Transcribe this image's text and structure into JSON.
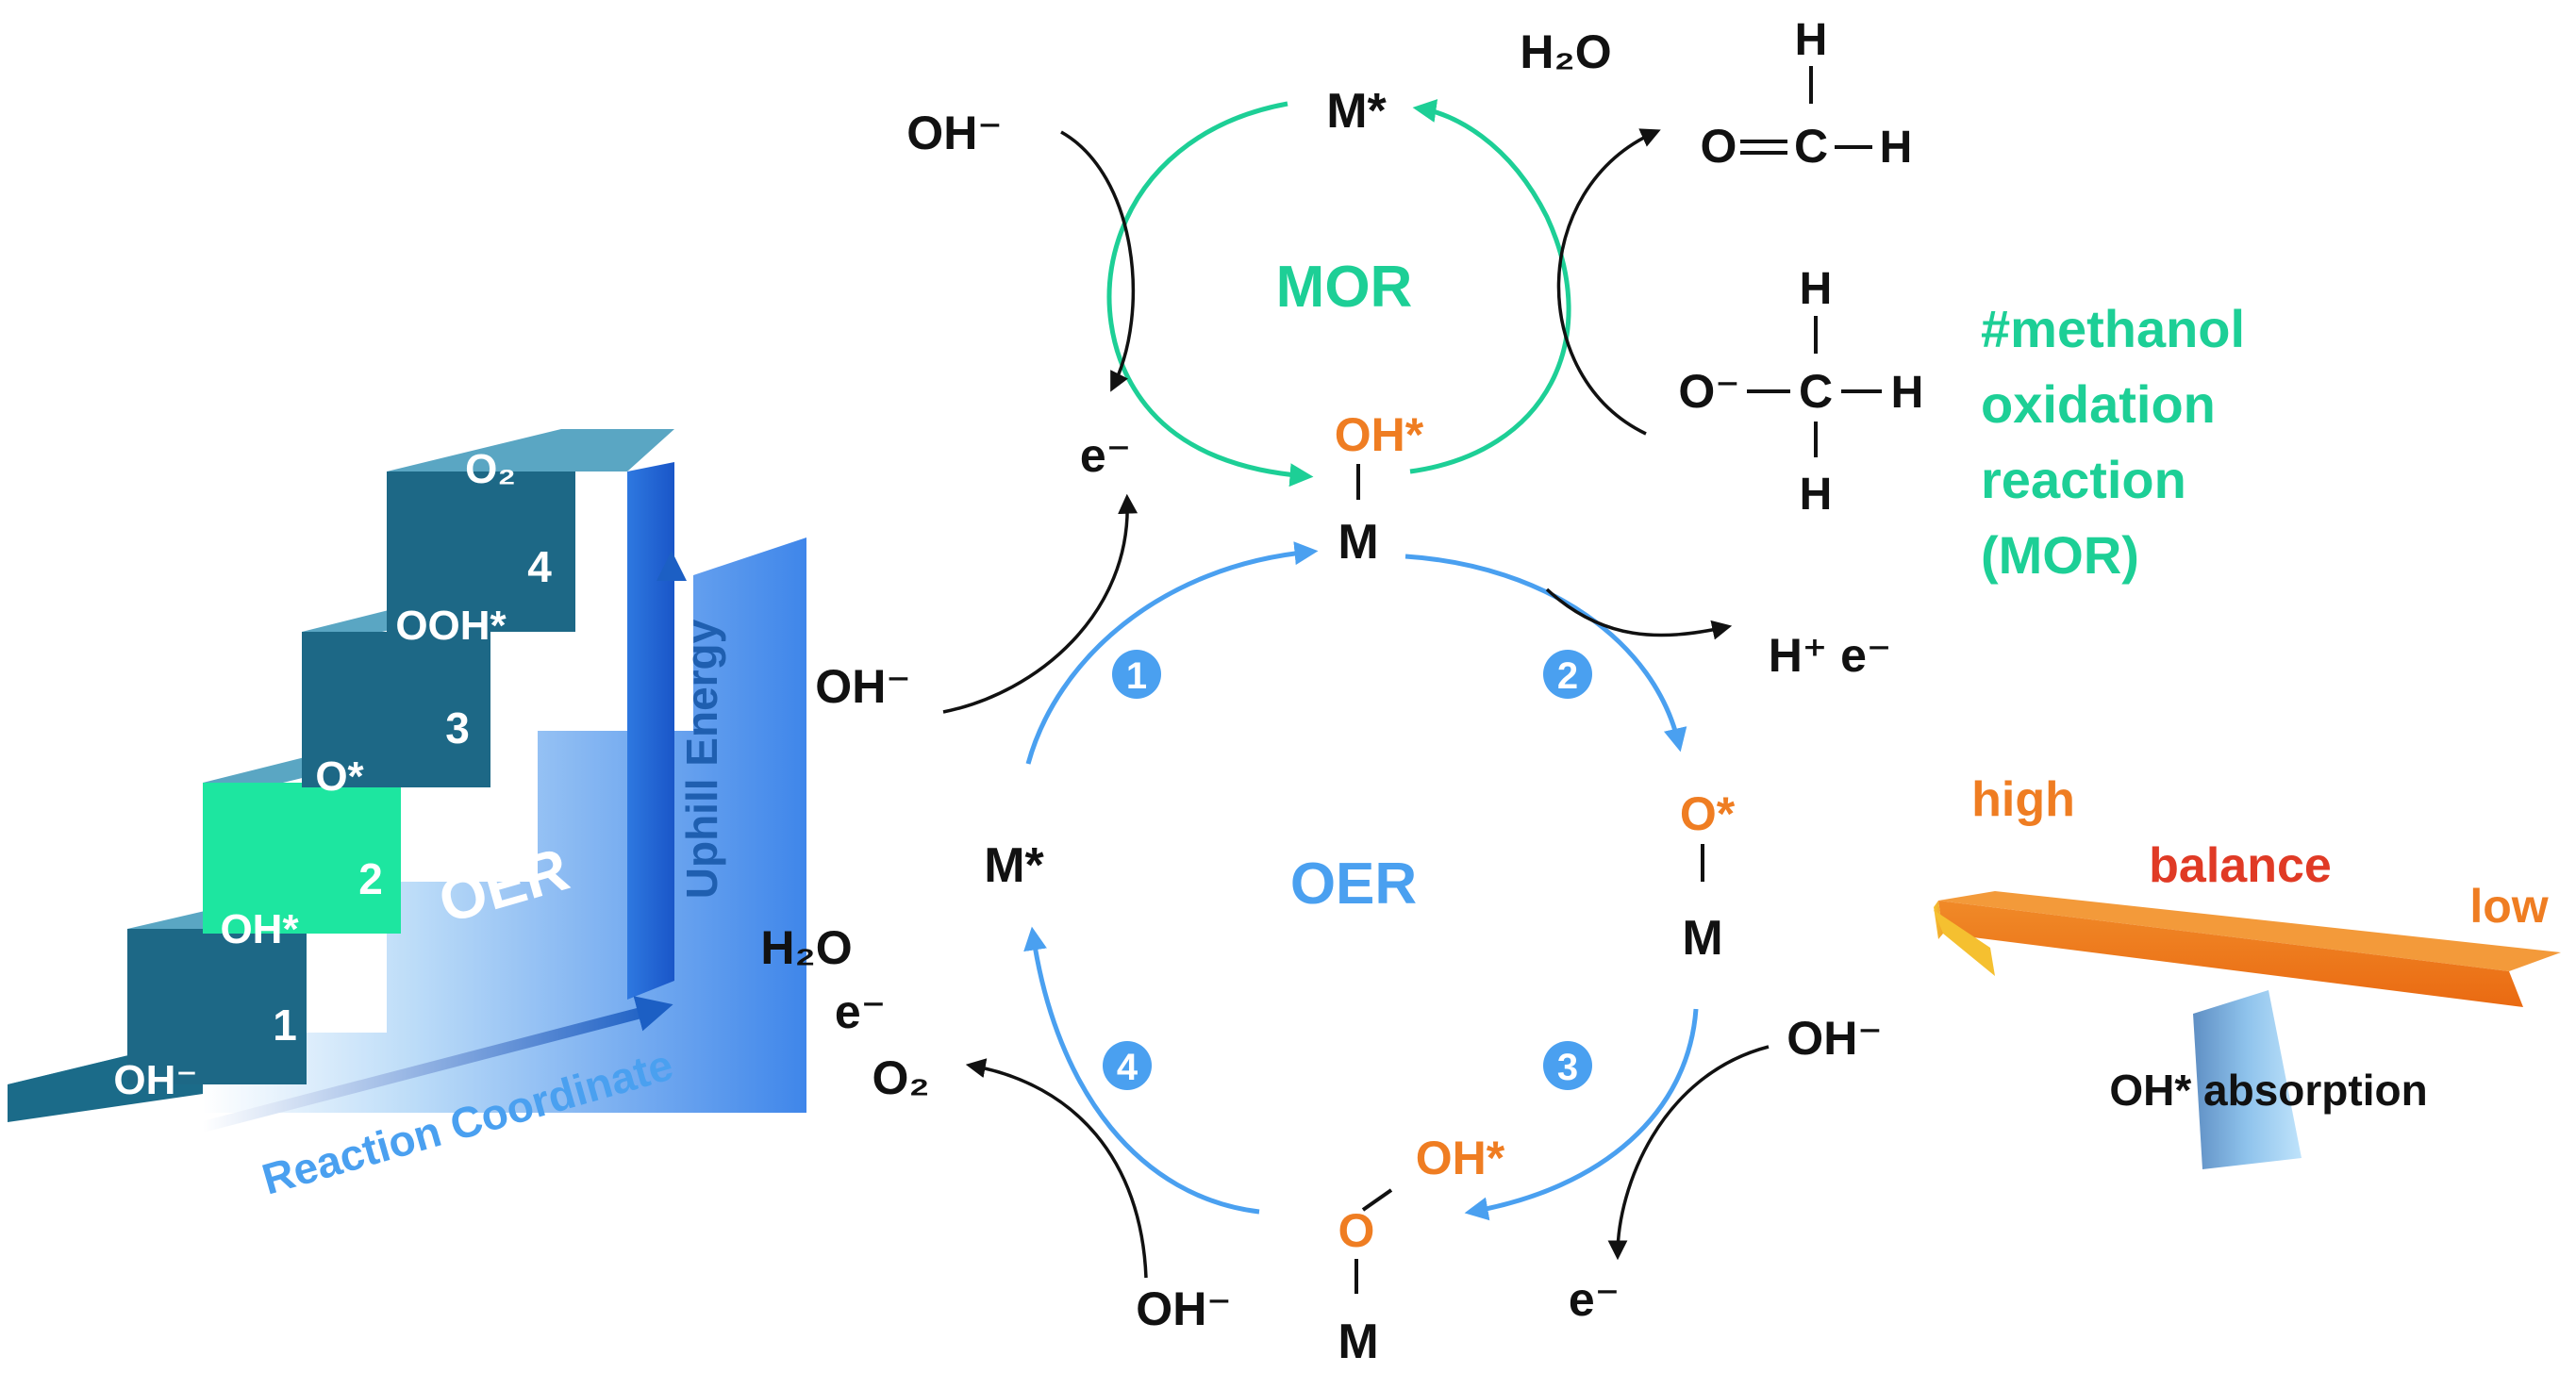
{
  "staircase": {
    "steps": [
      "1",
      "2",
      "3",
      "4"
    ],
    "species": [
      "OH⁻",
      "OH*",
      "O*",
      "OOH*",
      "O₂"
    ],
    "front_label": "OER",
    "y_axis_label": "Uphill Energy",
    "x_axis_label": "Reaction Coordinate",
    "highlight_color": "#1de6a0",
    "step_color": "#1d6886"
  },
  "mor_cycle": {
    "center_label": "MOR",
    "top_species": "M*",
    "bottom_species_top": "OH*",
    "bottom_species_bottom": "M",
    "input_left": "OH⁻",
    "output_left": "e⁻",
    "product_h2o": "H₂O",
    "formaldehyde": {
      "O": "O",
      "C": "C",
      "H_top": "H",
      "H_right": "H"
    },
    "methoxide": {
      "O": "O⁻",
      "C": "C",
      "H_top": "H",
      "H_right": "H",
      "H_bottom": "H"
    },
    "footnote": [
      "#methanol",
      "oxidation",
      "reaction",
      "(MOR)"
    ],
    "color": "#1dcf96"
  },
  "oer_cycle": {
    "center_label": "OER",
    "step_numbers": [
      "1",
      "2",
      "3",
      "4"
    ],
    "left_species": "M*",
    "right_species_top": "O*",
    "right_species_bottom": "M",
    "bottom_species_oh": "OH*",
    "bottom_species_o": "O",
    "bottom_species_m": "M",
    "step1_input": "OH⁻",
    "step2_output": "H⁺ e⁻",
    "step3_input": "OH⁻",
    "step3_output": "e⁻",
    "step4_input": "OH⁻",
    "step4_outputs": [
      "H₂O",
      "e⁻",
      "O₂"
    ],
    "color": "#4aa0f0"
  },
  "balance": {
    "high": "high",
    "balance": "balance",
    "low": "low",
    "caption": "OH* absorption"
  }
}
